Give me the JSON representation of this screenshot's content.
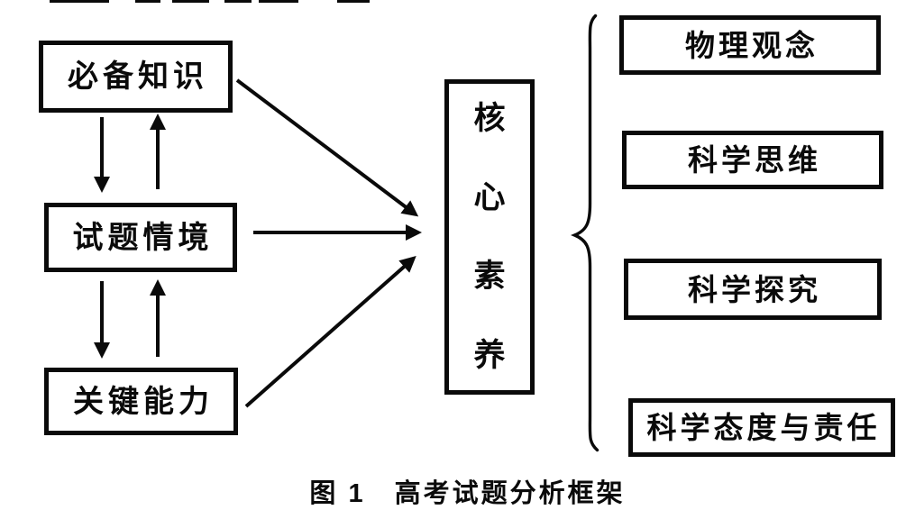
{
  "figure": {
    "left_boxes": [
      {
        "label": "必备知识"
      },
      {
        "label": "试题情境"
      },
      {
        "label": "关键能力"
      }
    ],
    "center_box": {
      "label": "核心素养",
      "chars": [
        "核",
        "心",
        "素",
        "养"
      ]
    },
    "right_boxes": [
      {
        "label": "物理观念"
      },
      {
        "label": "科学思维"
      },
      {
        "label": "科学探究"
      },
      {
        "label": "科学态度与责任"
      }
    ],
    "caption": "图 1　高考试题分析框架",
    "colors": {
      "ink": "#0a0a0a",
      "background": "#ffffff"
    }
  }
}
